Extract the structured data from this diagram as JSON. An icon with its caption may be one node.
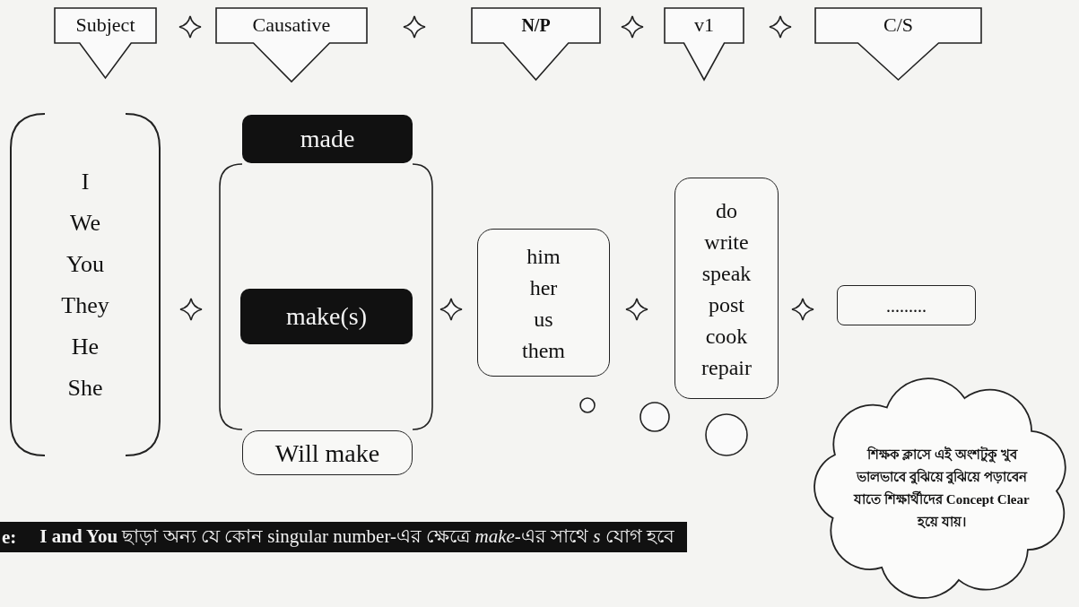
{
  "diagram": {
    "nodes": [
      {
        "text": [
          "Subject"
        ]
      },
      {
        "text": [
          "Causative"
        ]
      },
      {
        "text": [
          "N/P"
        ]
      },
      {
        "text": [
          "v1"
        ]
      },
      {
        "text": [
          "C/S"
        ]
      },
      {
        "text": [
          "I We You They He She"
        ]
      },
      {
        "text": [],
        "shape": "box"
      },
      {
        "text": [
          "made"
        ]
      },
      {
        "text": [
          "make(s)"
        ],
        "in": 6
      },
      {
        "text": [
          "Will make"
        ]
      },
      {
        "text": [
          "him her us them"
        ]
      },
      {
        "text": [
          "do write speak post cook repair"
        ]
      },
      {
        "text": [
          "........."
        ]
      },
      {
        "text": [
          "শিক্ষক ক্লাসে এই অংশটুকু খুব ভালভাবে বুঝিয়ে বুঝিয়ে পড়াবেন যাতে শিক্ষার্থীদের Concept Clear হয়ে যায়।"
        ]
      }
    ],
    "labels": [
      "e:",
      "**I and You** ছাড়া অন্য যে কোন singular number-এর ক্ষেত্রে *make*-এর সাথে *s* যোগ হবে"
    ]
  }
}
